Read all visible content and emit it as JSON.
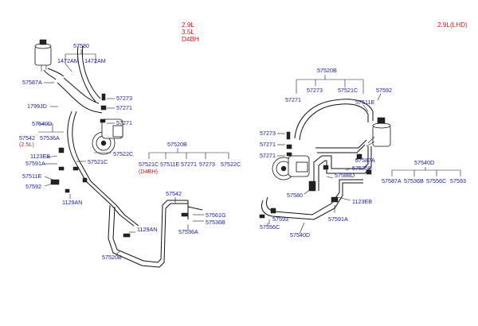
{
  "variant": {
    "engines": [
      "2.9L",
      "3.5L",
      "D4BH"
    ],
    "right_note": "2.9L(LHD)"
  },
  "left_labels": {
    "l57580": "57580",
    "l1472a": "1472AM",
    "l1472b": "1472AM",
    "l57587a": "57587A",
    "l57273": "57273",
    "l57271a": "57271",
    "l1799jd": "1799JD",
    "l57271b": "57271",
    "l57540d": "57540D",
    "l57542": "57542",
    "l25l": "(2.5L)",
    "l57536a": "57536A",
    "l57522c": "57522C",
    "l1123eb": "1123EB",
    "l57591a": "57591A",
    "l57521c": "57521C",
    "l57511e": "57511E",
    "l57592": "57592",
    "l1129an": "1129AN",
    "l57542b": "57542",
    "l57561g": "57561G",
    "l57536b": "57536B",
    "l1129an2": "1129AN",
    "l57536a2": "57536A",
    "l57520b": "57520B"
  },
  "left_group": {
    "head": "57520B",
    "items": [
      "57521C",
      "57511E",
      "57271",
      "57273",
      "57522C"
    ],
    "note": "(D4BH)"
  },
  "right_labels": {
    "r57520b": "57520B",
    "r57273": "57273",
    "r57521c": "57521C",
    "r57271": "57271",
    "r57592": "57592",
    "r57511e": "57511E",
    "r57273b": "57273",
    "r57271b": "57271",
    "r57271c": "57271",
    "r57587a": "57587A",
    "r57536b": "57536B",
    "r57588d": "57588D",
    "r57580": "57580",
    "r1123eb": "1123EB",
    "r57593": "57593",
    "r57591a": "57591A",
    "r57556c": "57556C",
    "r57540d": "57540D"
  },
  "right_group": {
    "head": "57540D",
    "items": [
      "57587A",
      "57536B",
      "57556C",
      "57593"
    ]
  }
}
